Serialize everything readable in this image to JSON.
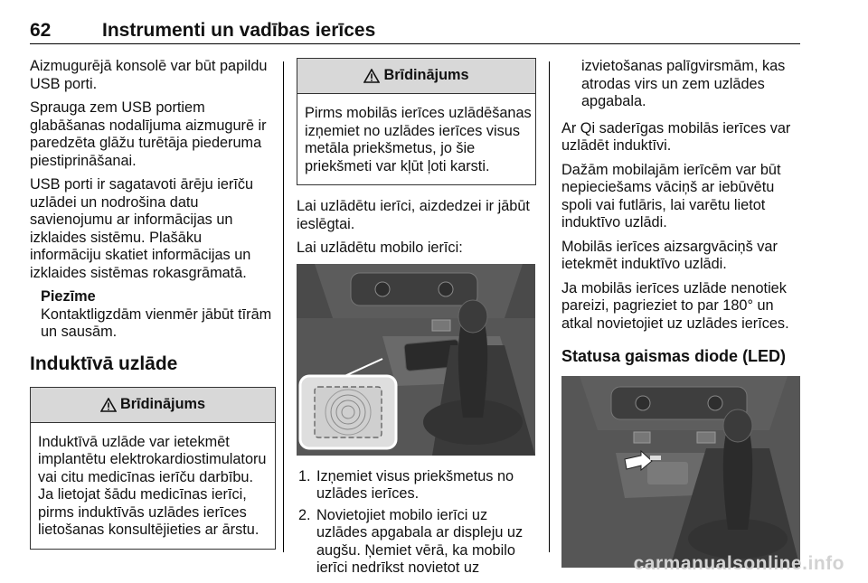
{
  "header": {
    "page_number": "62",
    "title": "Instrumenti un vadības ierīces"
  },
  "col1": {
    "p1": "Aizmugurējā konsolē var būt papildu USB porti.",
    "p2": "Sprauga zem USB portiem glabāšanas nodalījuma aizmugurē ir paredzēta glāžu turētāja piederuma piestiprināšanai.",
    "p3": "USB porti ir sagatavoti ārēju ierīču uzlādei un nodrošina datu savienojumu ar informācijas un izklaides sistēmu. Plašāku informāciju skatiet informācijas un izklaides sistēmas rokasgrāmatā.",
    "note_title": "Piezīme",
    "note_text": "Kontaktligzdām vienmēr jābūt tīrām un sausām.",
    "heading": "Induktīvā uzlāde",
    "warning_title": "Brīdinājums",
    "warning_text": "Induktīvā uzlāde var ietekmēt implantētu elektrokardiostimulatoru vai citu medicīnas ierīču darbību. Ja lietojat šādu medicīnas ierīci, pirms induktīvās uzlādes ierīces lietošanas konsultējieties ar ārstu."
  },
  "col2": {
    "warning_title": "Brīdinājums",
    "warning_text": "Pirms mobilās ierīces uzlādēšanas izņemiet no uzlādes ierīces visus metāla priekšmetus, jo šie priekšmeti var kļūt ļoti karsti.",
    "p1": "Lai uzlādētu ierīci, aizdedzei ir jābūt ieslēgtai.",
    "p2": "Lai uzlādētu mobilo ierīci:",
    "steps": [
      {
        "num": "1.",
        "text": "Izņemiet visus priekšmetus no uzlādes ierīces."
      },
      {
        "num": "2.",
        "text": "Novietojiet mobilo ierīci uz uzlādes apgabala ar displeju uz augšu. Ņemiet vērā, ka mobilo ierīci nedrīkst novietot uz"
      }
    ]
  },
  "col3": {
    "cont": "izvietošanas palīgvirsmām, kas atrodas virs un zem uzlādes apgabala.",
    "p1": "Ar Qi saderīgas mobilās ierīces var uzlādēt induktīvi.",
    "p2": "Dažām mobilajām ierīcēm var būt nepieciešams vāciņš ar iebūvētu spoli vai futlāris, lai varētu lietot induktīvo uzlādi.",
    "p3": "Mobilās ierīces aizsargvāciņš var ietekmēt induktīvo uzlādi.",
    "p4": "Ja mobilās ierīces uzlāde nenotiek pareizi, pagrieziet to par 180° un atkal novietojiet uz uzlādes ierīces.",
    "heading": "Statusa gaismas diode (LED)"
  },
  "watermark": "carmanualsonline.info"
}
